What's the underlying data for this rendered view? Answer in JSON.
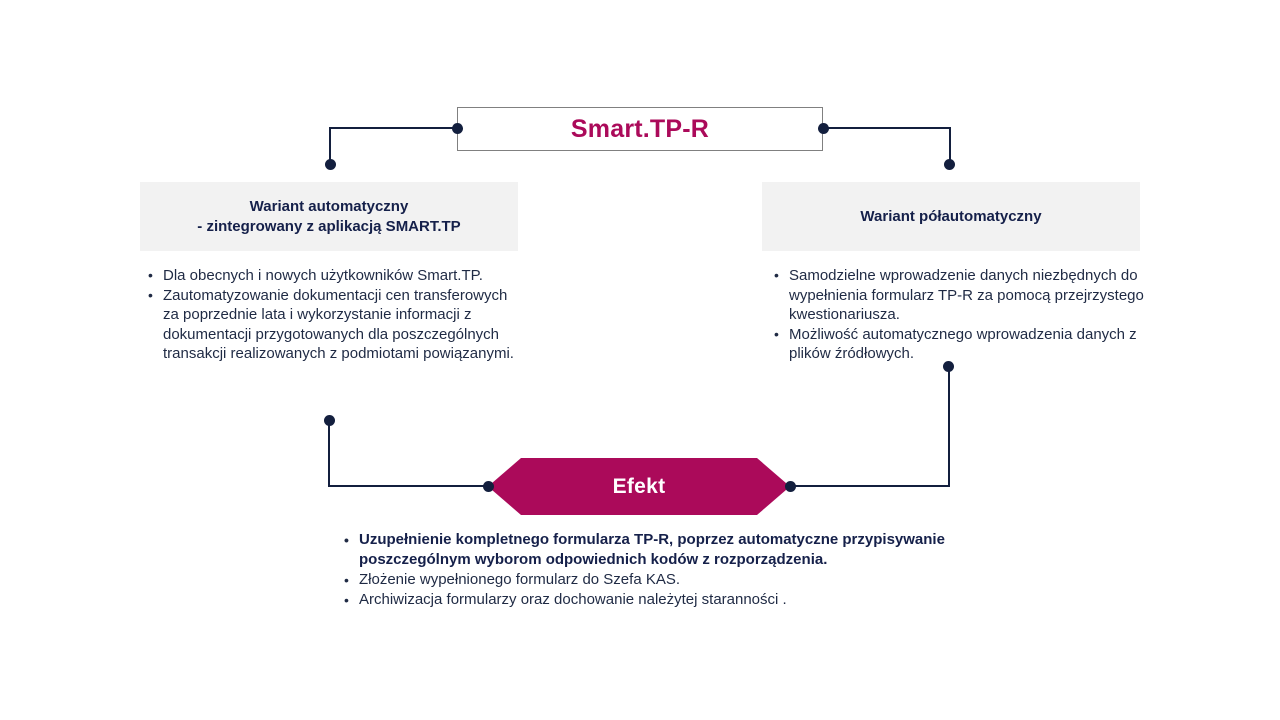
{
  "title": {
    "label": "Smart.TP-R"
  },
  "left_variant": {
    "header_line1": "Wariant automatyczny",
    "header_line2": "- zintegrowany z aplikacją SMART.TP",
    "bullets": [
      "Dla obecnych i nowych użytkowników Smart.TP.",
      "Zautomatyzowanie dokumentacji cen transferowych za poprzednie lata i wykorzystanie informacji z dokumentacji przygotowanych dla poszczególnych transakcji realizowanych z podmiotami powiązanymi."
    ]
  },
  "right_variant": {
    "header_line1": "Wariant półautomatyczny",
    "bullets": [
      "Samodzielne wprowadzenie danych niezbędnych do wypełnienia formularz TP-R za pomocą przejrzystego kwestionariusza.",
      "Możliwość automatycznego wprowadzenia danych z plików źródłowych."
    ]
  },
  "effect": {
    "label": "Efekt",
    "bullets": [
      "Uzupełnienie kompletnego formularza TP-R, poprzez automatyczne przypisywanie poszczególnym wyborom odpowiednich kodów z rozporządzenia.",
      "Złożenie wypełnionego formularz do Szefa KAS.",
      "Archiwizacja formularzy oraz dochowanie należytej staranności ."
    ]
  },
  "colors": {
    "accent": "#AB0A5A",
    "navy_text": "#1F2A44",
    "connector": "#131F3E",
    "variant_box_bg": "#F2F2F2",
    "title_border": "#808080"
  }
}
